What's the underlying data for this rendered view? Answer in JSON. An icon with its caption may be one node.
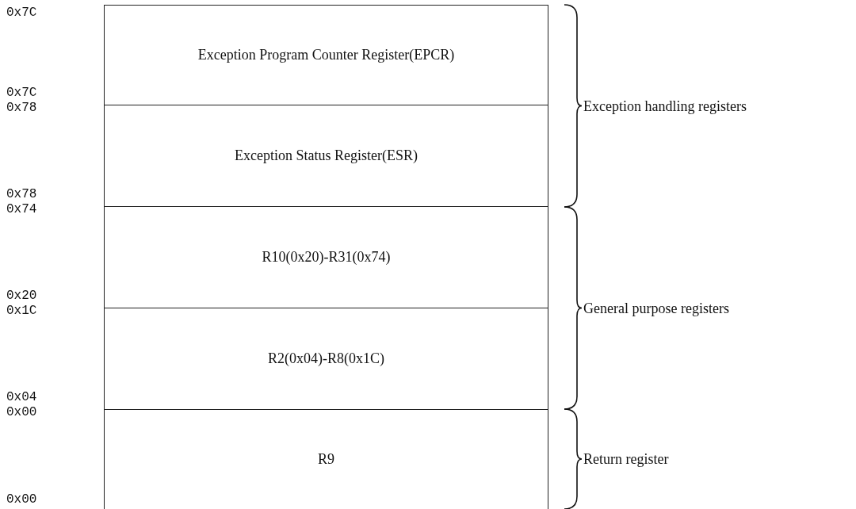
{
  "diagram": {
    "nodes": [
      {
        "text": [
          "Exception Program Counter Register(EPCR)"
        ]
      },
      {
        "text": [
          "Exception Status Register(ESR)"
        ]
      },
      {
        "text": [
          "R10(0x20)-R31(0x74)"
        ]
      },
      {
        "text": [
          "R2(0x04)-R8(0x1C)"
        ]
      },
      {
        "text": [
          "R9"
        ]
      }
    ],
    "edges": [],
    "labels": [
      "0x7C",
      "0x7C",
      "0x78",
      "0x78",
      "0x74",
      "0x20",
      "0x1C",
      "0x04",
      "0x00",
      "0x00",
      "Exception handling registers",
      "General purpose registers",
      "Return register"
    ]
  }
}
